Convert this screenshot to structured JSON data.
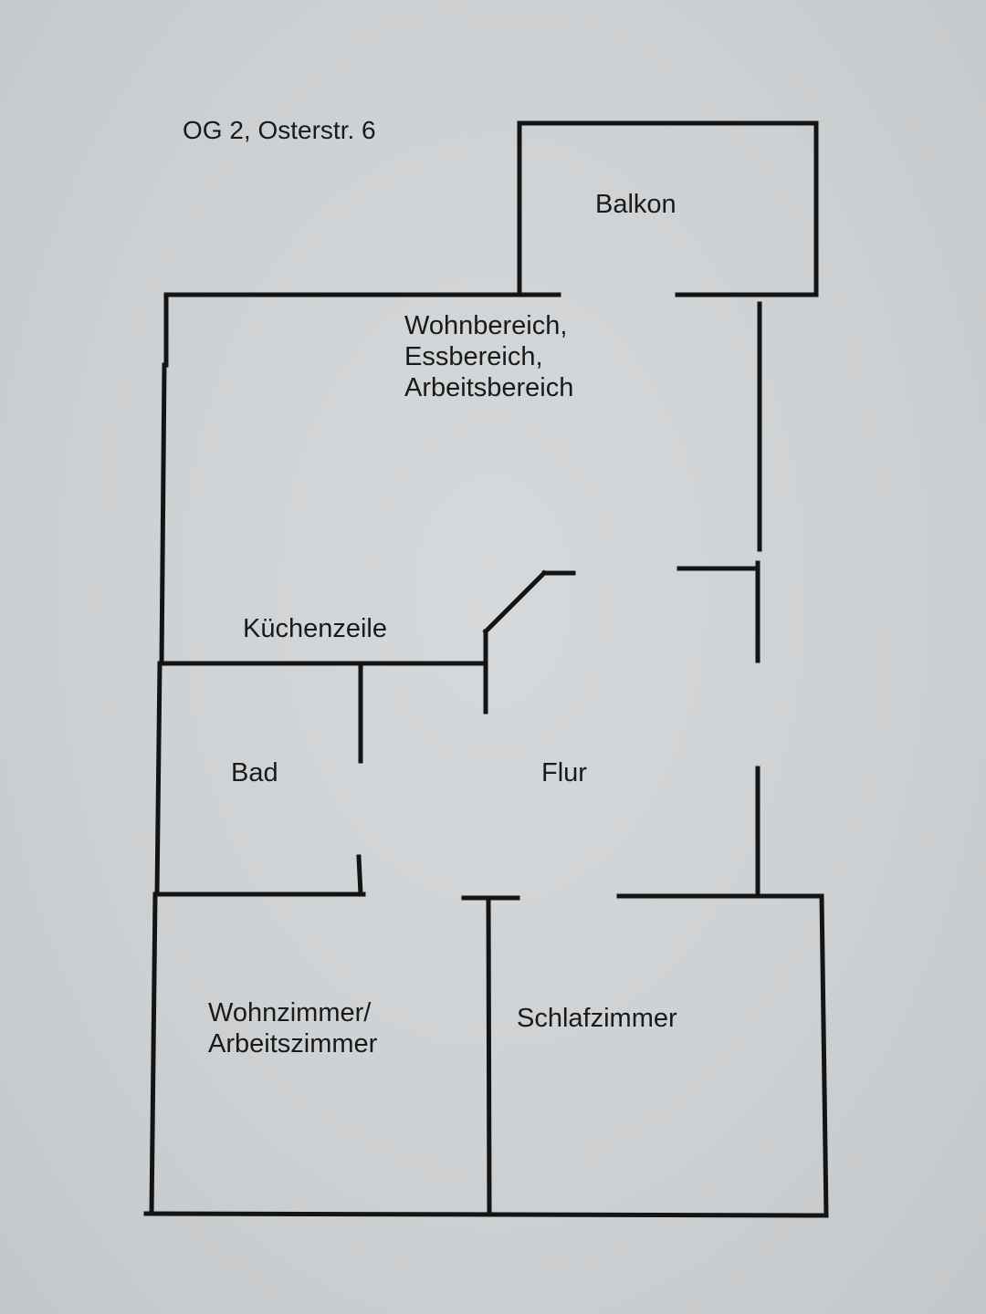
{
  "title": "OG 2, Osterstr. 6",
  "rooms": {
    "balkon": "Balkon",
    "wohnbereich": [
      "Wohnbereich,",
      "Essbereich,",
      "Arbeitsbereich"
    ],
    "kuechenzeile": "Küchenzeile",
    "bad": "Bad",
    "flur": "Flur",
    "wohnzimmer": [
      "Wohnzimmer/",
      "Arbeitszimmer"
    ],
    "schlafzimmer": "Schlafzimmer"
  },
  "colors": {
    "paper": "#cfd2d4",
    "ink": "#141414"
  }
}
